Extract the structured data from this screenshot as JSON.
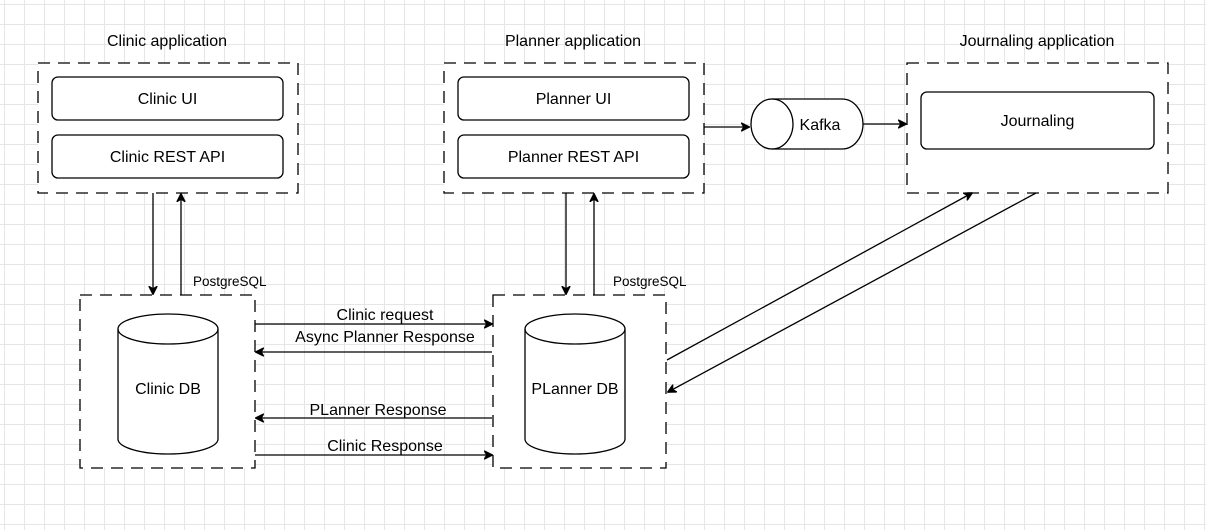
{
  "groups": {
    "clinic_app": "Clinic application",
    "planner_app": "Planner application",
    "journaling_app": "Journaling application"
  },
  "components": {
    "clinic_ui": "Clinic UI",
    "clinic_rest_api": "Clinic REST API",
    "planner_ui": "Planner UI",
    "planner_rest_api": "Planner REST API",
    "kafka": "Kafka",
    "journaling": "Journaling",
    "clinic_db": "Clinic DB",
    "planner_db": "PLanner DB"
  },
  "edge_labels": {
    "clinic_postgres": "PostgreSQL",
    "planner_postgres": "PostgreSQL",
    "clinic_request": "Clinic request",
    "async_planner_response": "Async Planner Response",
    "planner_response": "PLanner Response",
    "clinic_response": "Clinic Response"
  }
}
